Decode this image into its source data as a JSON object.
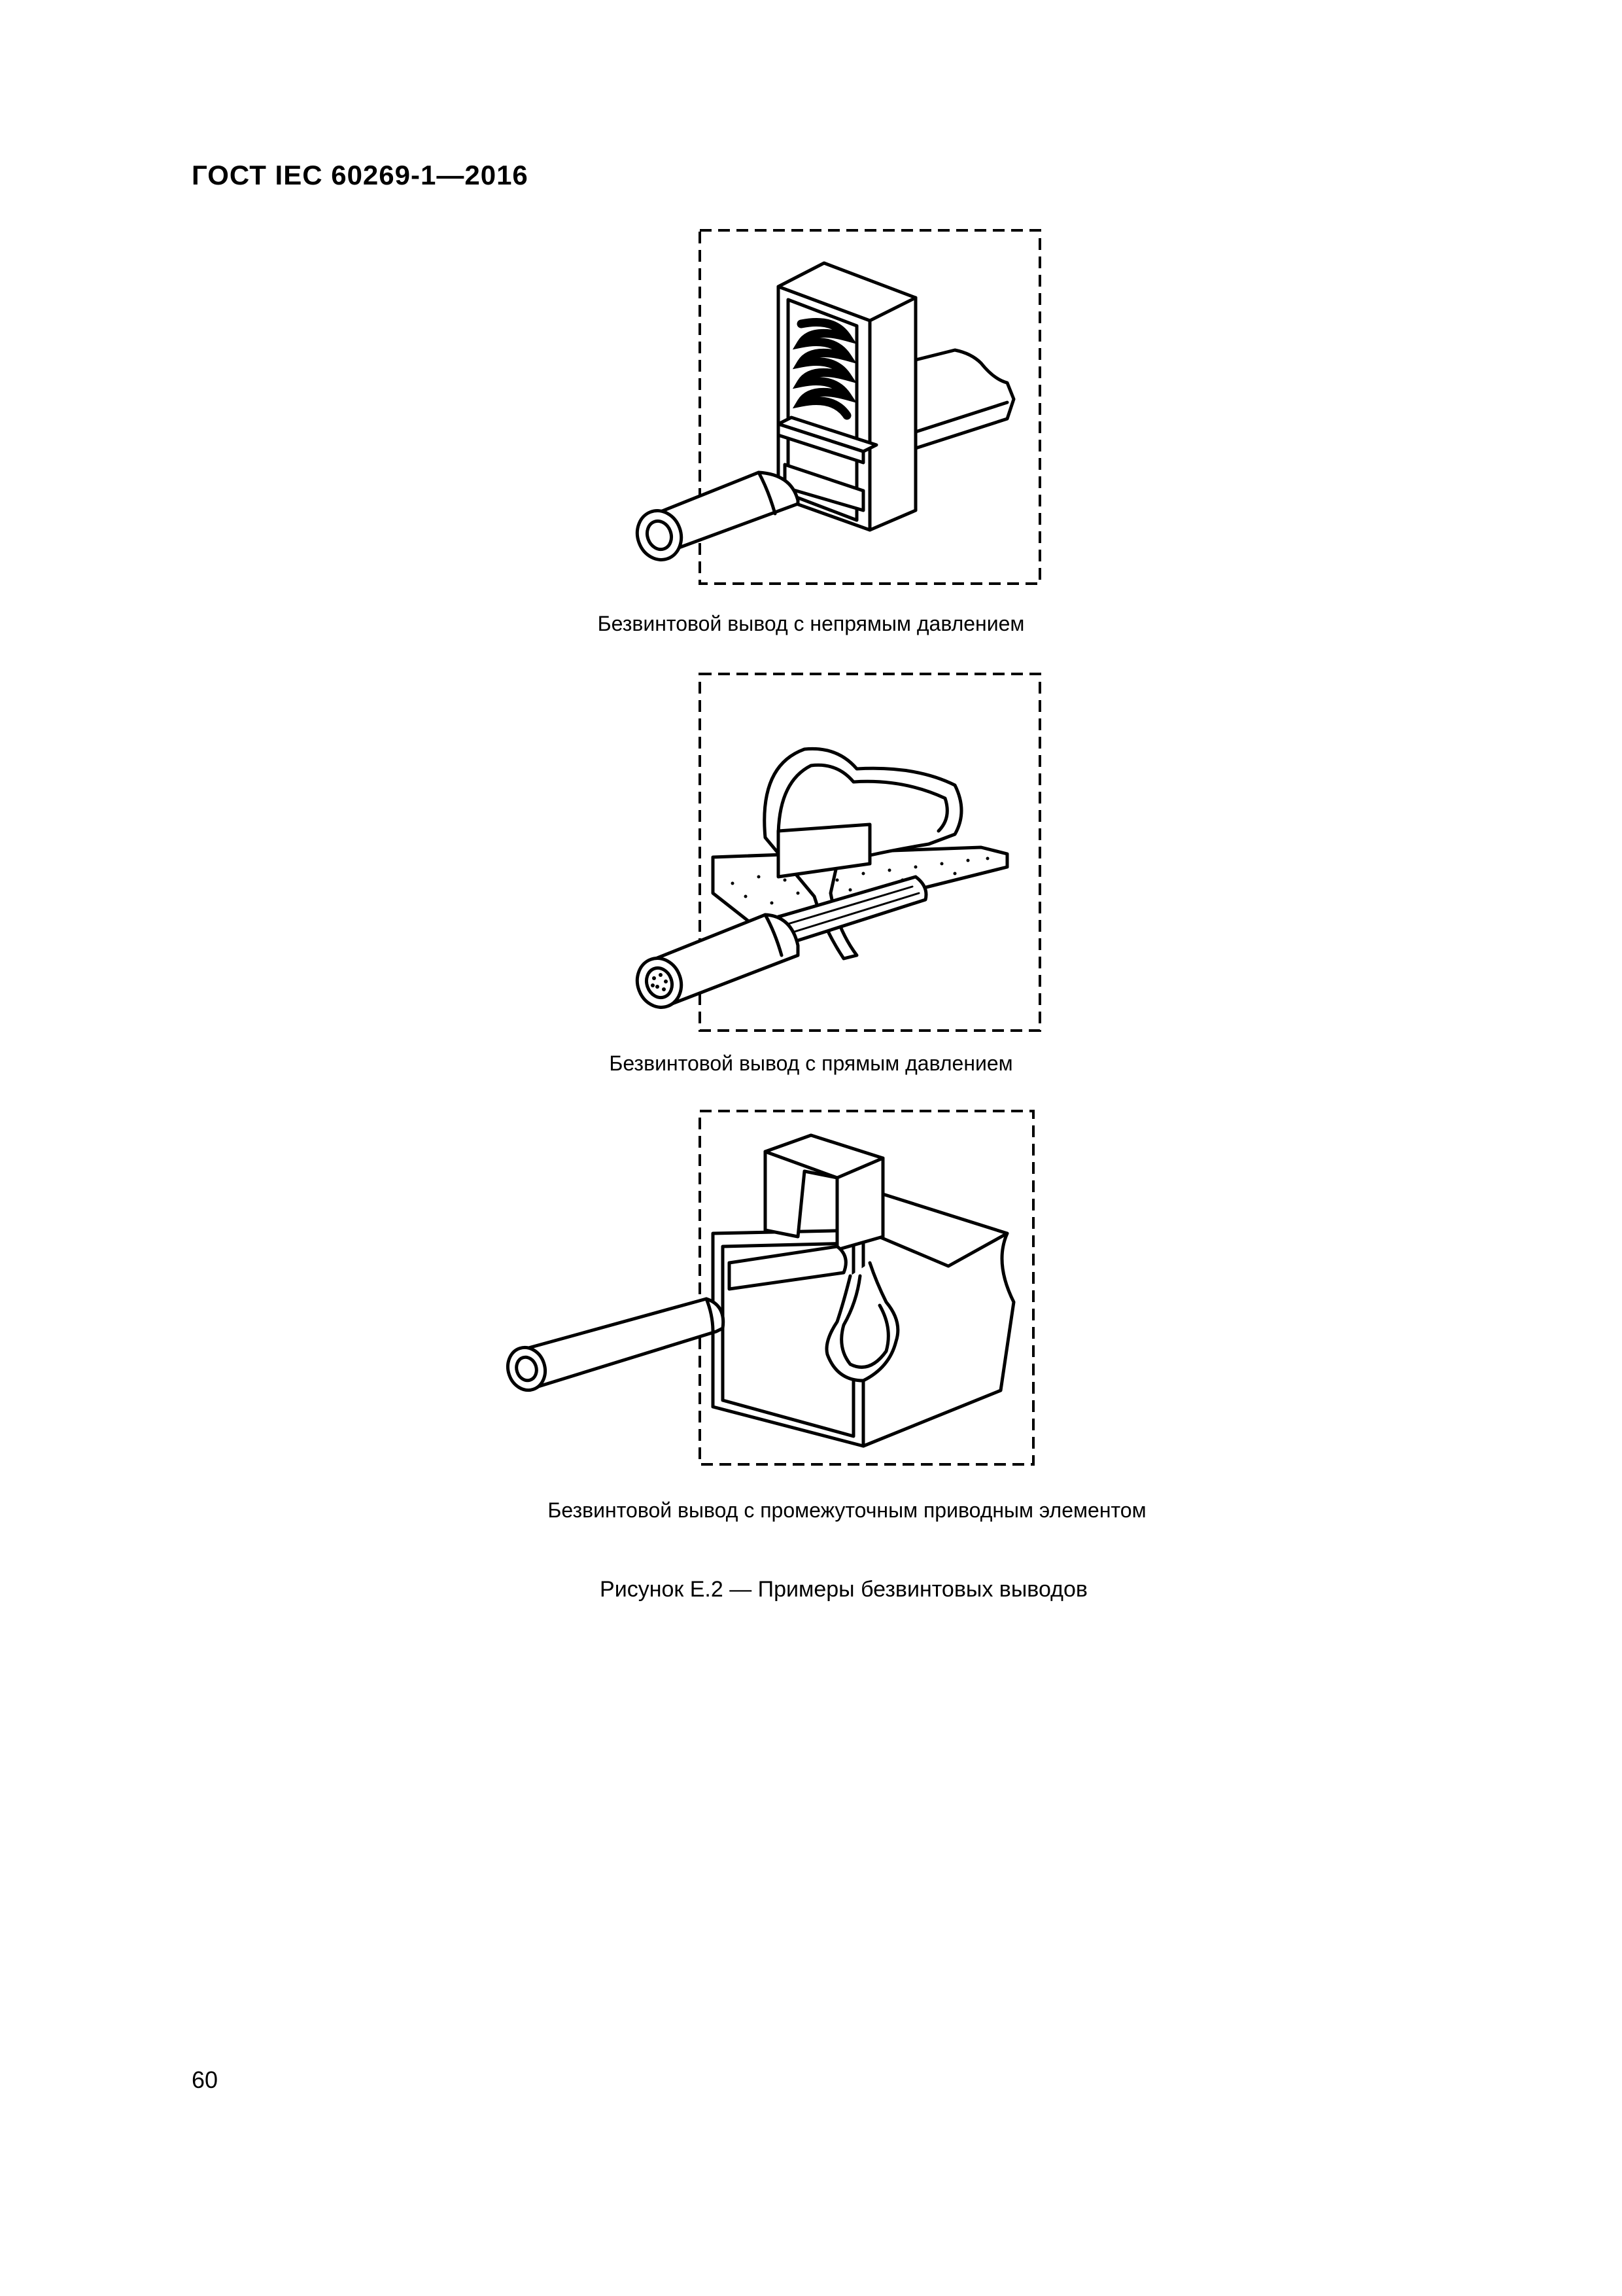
{
  "document": {
    "header": "ГОСТ IEC 60269-1—2016",
    "page_number": "60"
  },
  "figures": [
    {
      "caption": "Безвинтовой вывод с непрямым давлением",
      "icon": "indirect-pressure-terminal-illustration"
    },
    {
      "caption": "Безвинтовой вывод с прямым давлением",
      "icon": "direct-pressure-terminal-illustration"
    },
    {
      "caption": "Безвинтовой вывод с промежуточным приводным элементом",
      "icon": "intermediate-actuating-element-terminal-illustration"
    }
  ],
  "figure_title": "Рисунок Е.2 — Примеры безвинтовых выводов"
}
